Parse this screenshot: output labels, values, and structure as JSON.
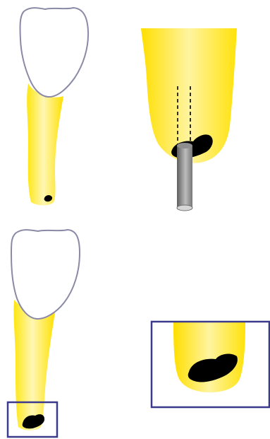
{
  "colors": {
    "root_yellow": "#FFEA1F",
    "root_highlight": "#FFF7B3",
    "crown_outline": "#8A8AA6",
    "frame_navy": "#3B3A8C",
    "lesion": "#000000",
    "instrument_dark": "#5E5E5E",
    "instrument_light": "#BDBDBD"
  },
  "panels": [
    {
      "name": "extracted-tooth-with-apical-lesion"
    },
    {
      "name": "root-apex-with-instrument-and-lesion"
    },
    {
      "name": "extracted-tooth-with-boxed-apex"
    },
    {
      "name": "magnified-boxed-apex-detail"
    }
  ]
}
